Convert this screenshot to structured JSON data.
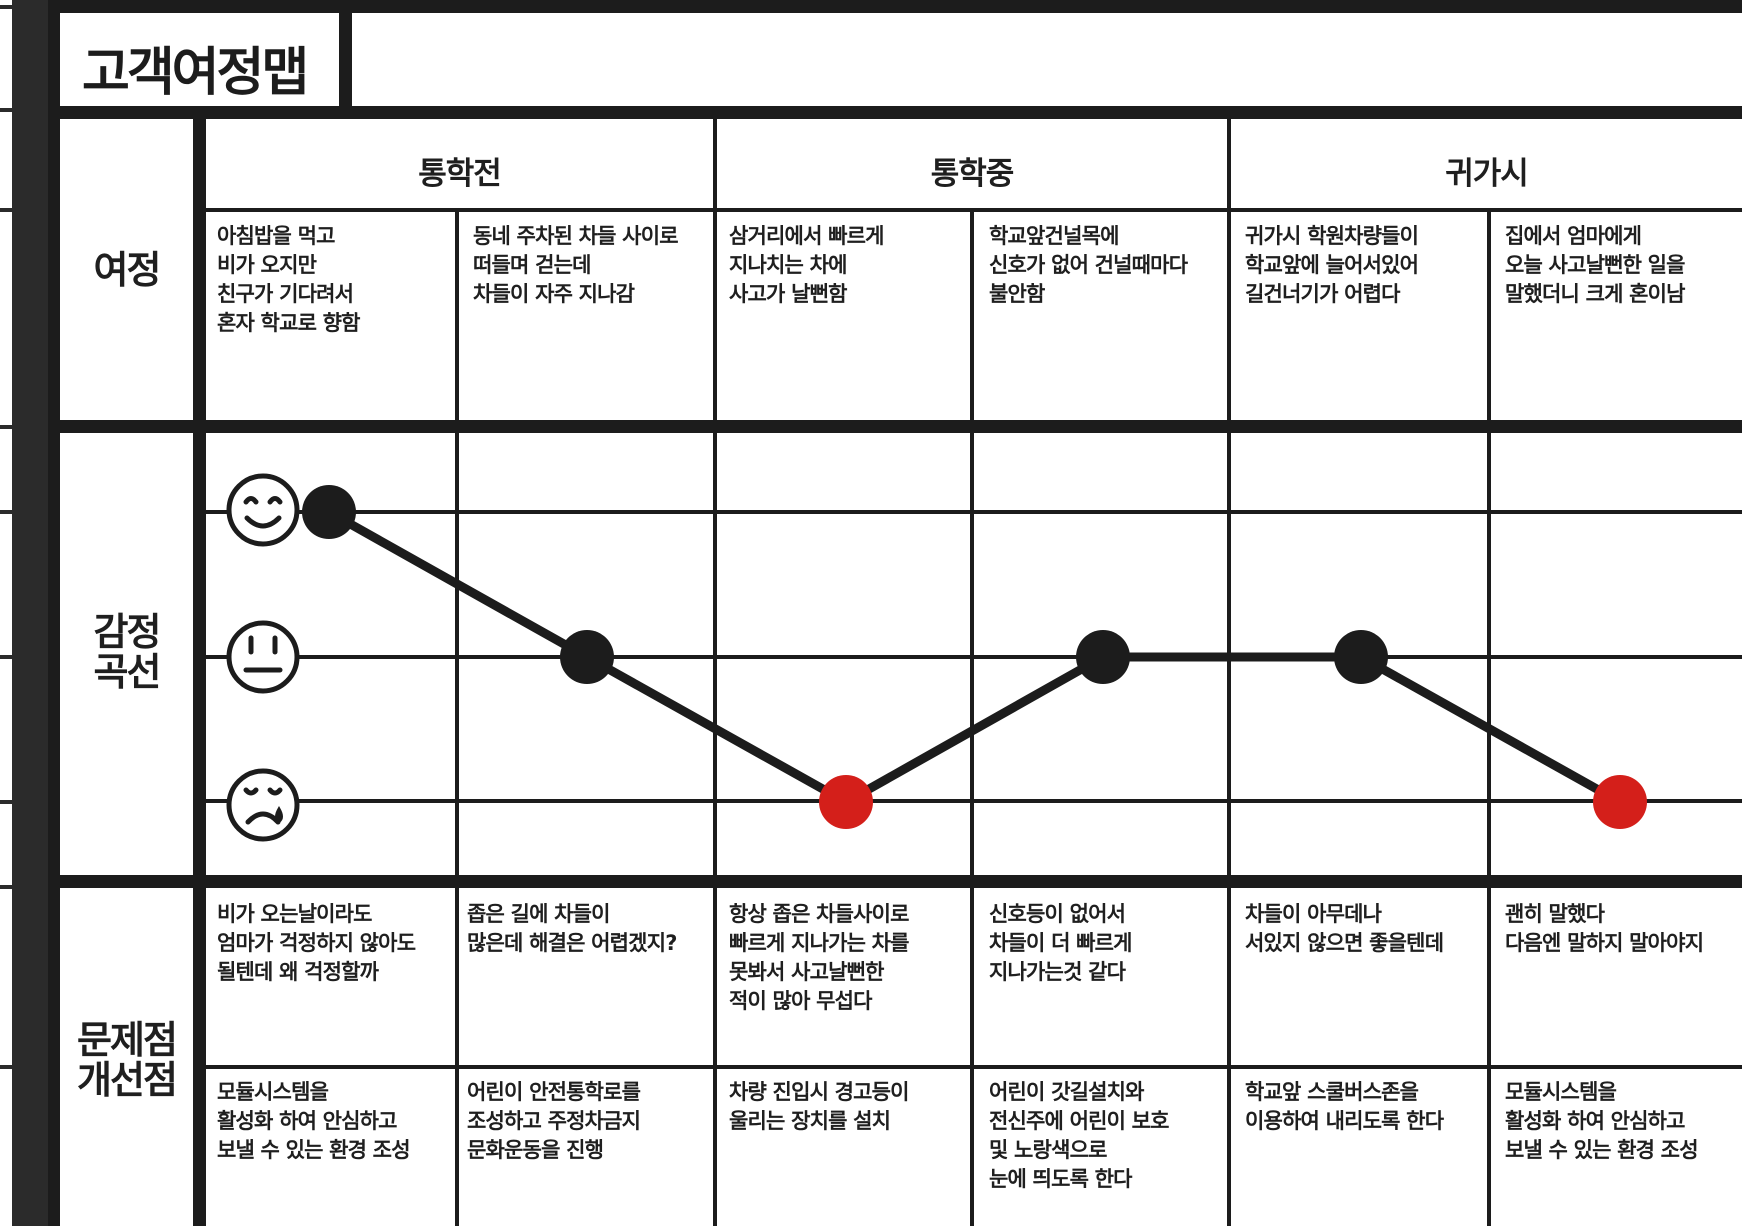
{
  "title": "고객여정맵",
  "row_labels": {
    "journey": "여정",
    "emotion": "감정\n곡선",
    "problems": "문제점\n개선점"
  },
  "stages": [
    {
      "label": "통학전"
    },
    {
      "label": "통학중"
    },
    {
      "label": "귀가시"
    }
  ],
  "journey": [
    "아침밥을 먹고\n비가 오지만\n친구가 기다려서\n혼자 학교로 향함",
    "동네 주차된 차들 사이로\n떠들며 걷는데\n차들이 자주 지나감",
    "삼거리에서 빠르게\n지나치는 차에\n사고가 날뻔함",
    "학교앞건널목에\n신호가 없어 건널때마다\n불안함",
    "귀가시 학원차량들이\n학교앞에 늘어서있어\n길건너기가 어렵다",
    "집에서 엄마에게\n오늘 사고날뻔한 일을\n말했더니 크게 혼이남"
  ],
  "problems": [
    "비가 오는날이라도\n엄마가 걱정하지 않아도\n될텐데 왜 걱정할까",
    "좁은 길에 차들이\n많은데 해결은 어렵겠지?",
    "항상 좁은 차들사이로\n빠르게 지나가는 차를\n못봐서 사고날뻔한\n적이 많아 무섭다",
    "신호등이 없어서\n차들이 더 빠르게\n지나가는것 같다",
    "차들이 아무데나\n서있지 않으면 좋을텐데",
    "괜히 말했다\n다음엔 말하지 말아야지"
  ],
  "improvements": [
    "모듈시스템을\n활성화 하여 안심하고\n보낼 수 있는 환경 조성",
    "어린이 안전통학로를\n조성하고 주정차금지\n문화운동을 진행",
    "차량 진입시 경고등이\n울리는 장치를 설치",
    "어린이 갓길설치와\n전신주에 어린이 보호\n및 노랑색으로\n눈에 띄도록 한다",
    "학교앞 스쿨버스존을\n이용하여 내리도록 한다",
    "모듈시스템을\n활성화 하여 안심하고\n보낼 수 있는 환경 조성"
  ],
  "emotion_levels": [
    {
      "face": "happy-face-icon"
    },
    {
      "face": "neutral-face-icon"
    },
    {
      "face": "crying-face-icon"
    }
  ],
  "emotion_curve": [
    {
      "level": "happy",
      "highlight": false
    },
    {
      "level": "neutral",
      "highlight": false
    },
    {
      "level": "sad",
      "highlight": true
    },
    {
      "level": "neutral",
      "highlight": false
    },
    {
      "level": "neutral",
      "highlight": false
    },
    {
      "level": "sad",
      "highlight": true
    }
  ],
  "colors": {
    "ink": "#1c1c1c",
    "highlight": "#d41f1a",
    "background": "#ffffff"
  }
}
